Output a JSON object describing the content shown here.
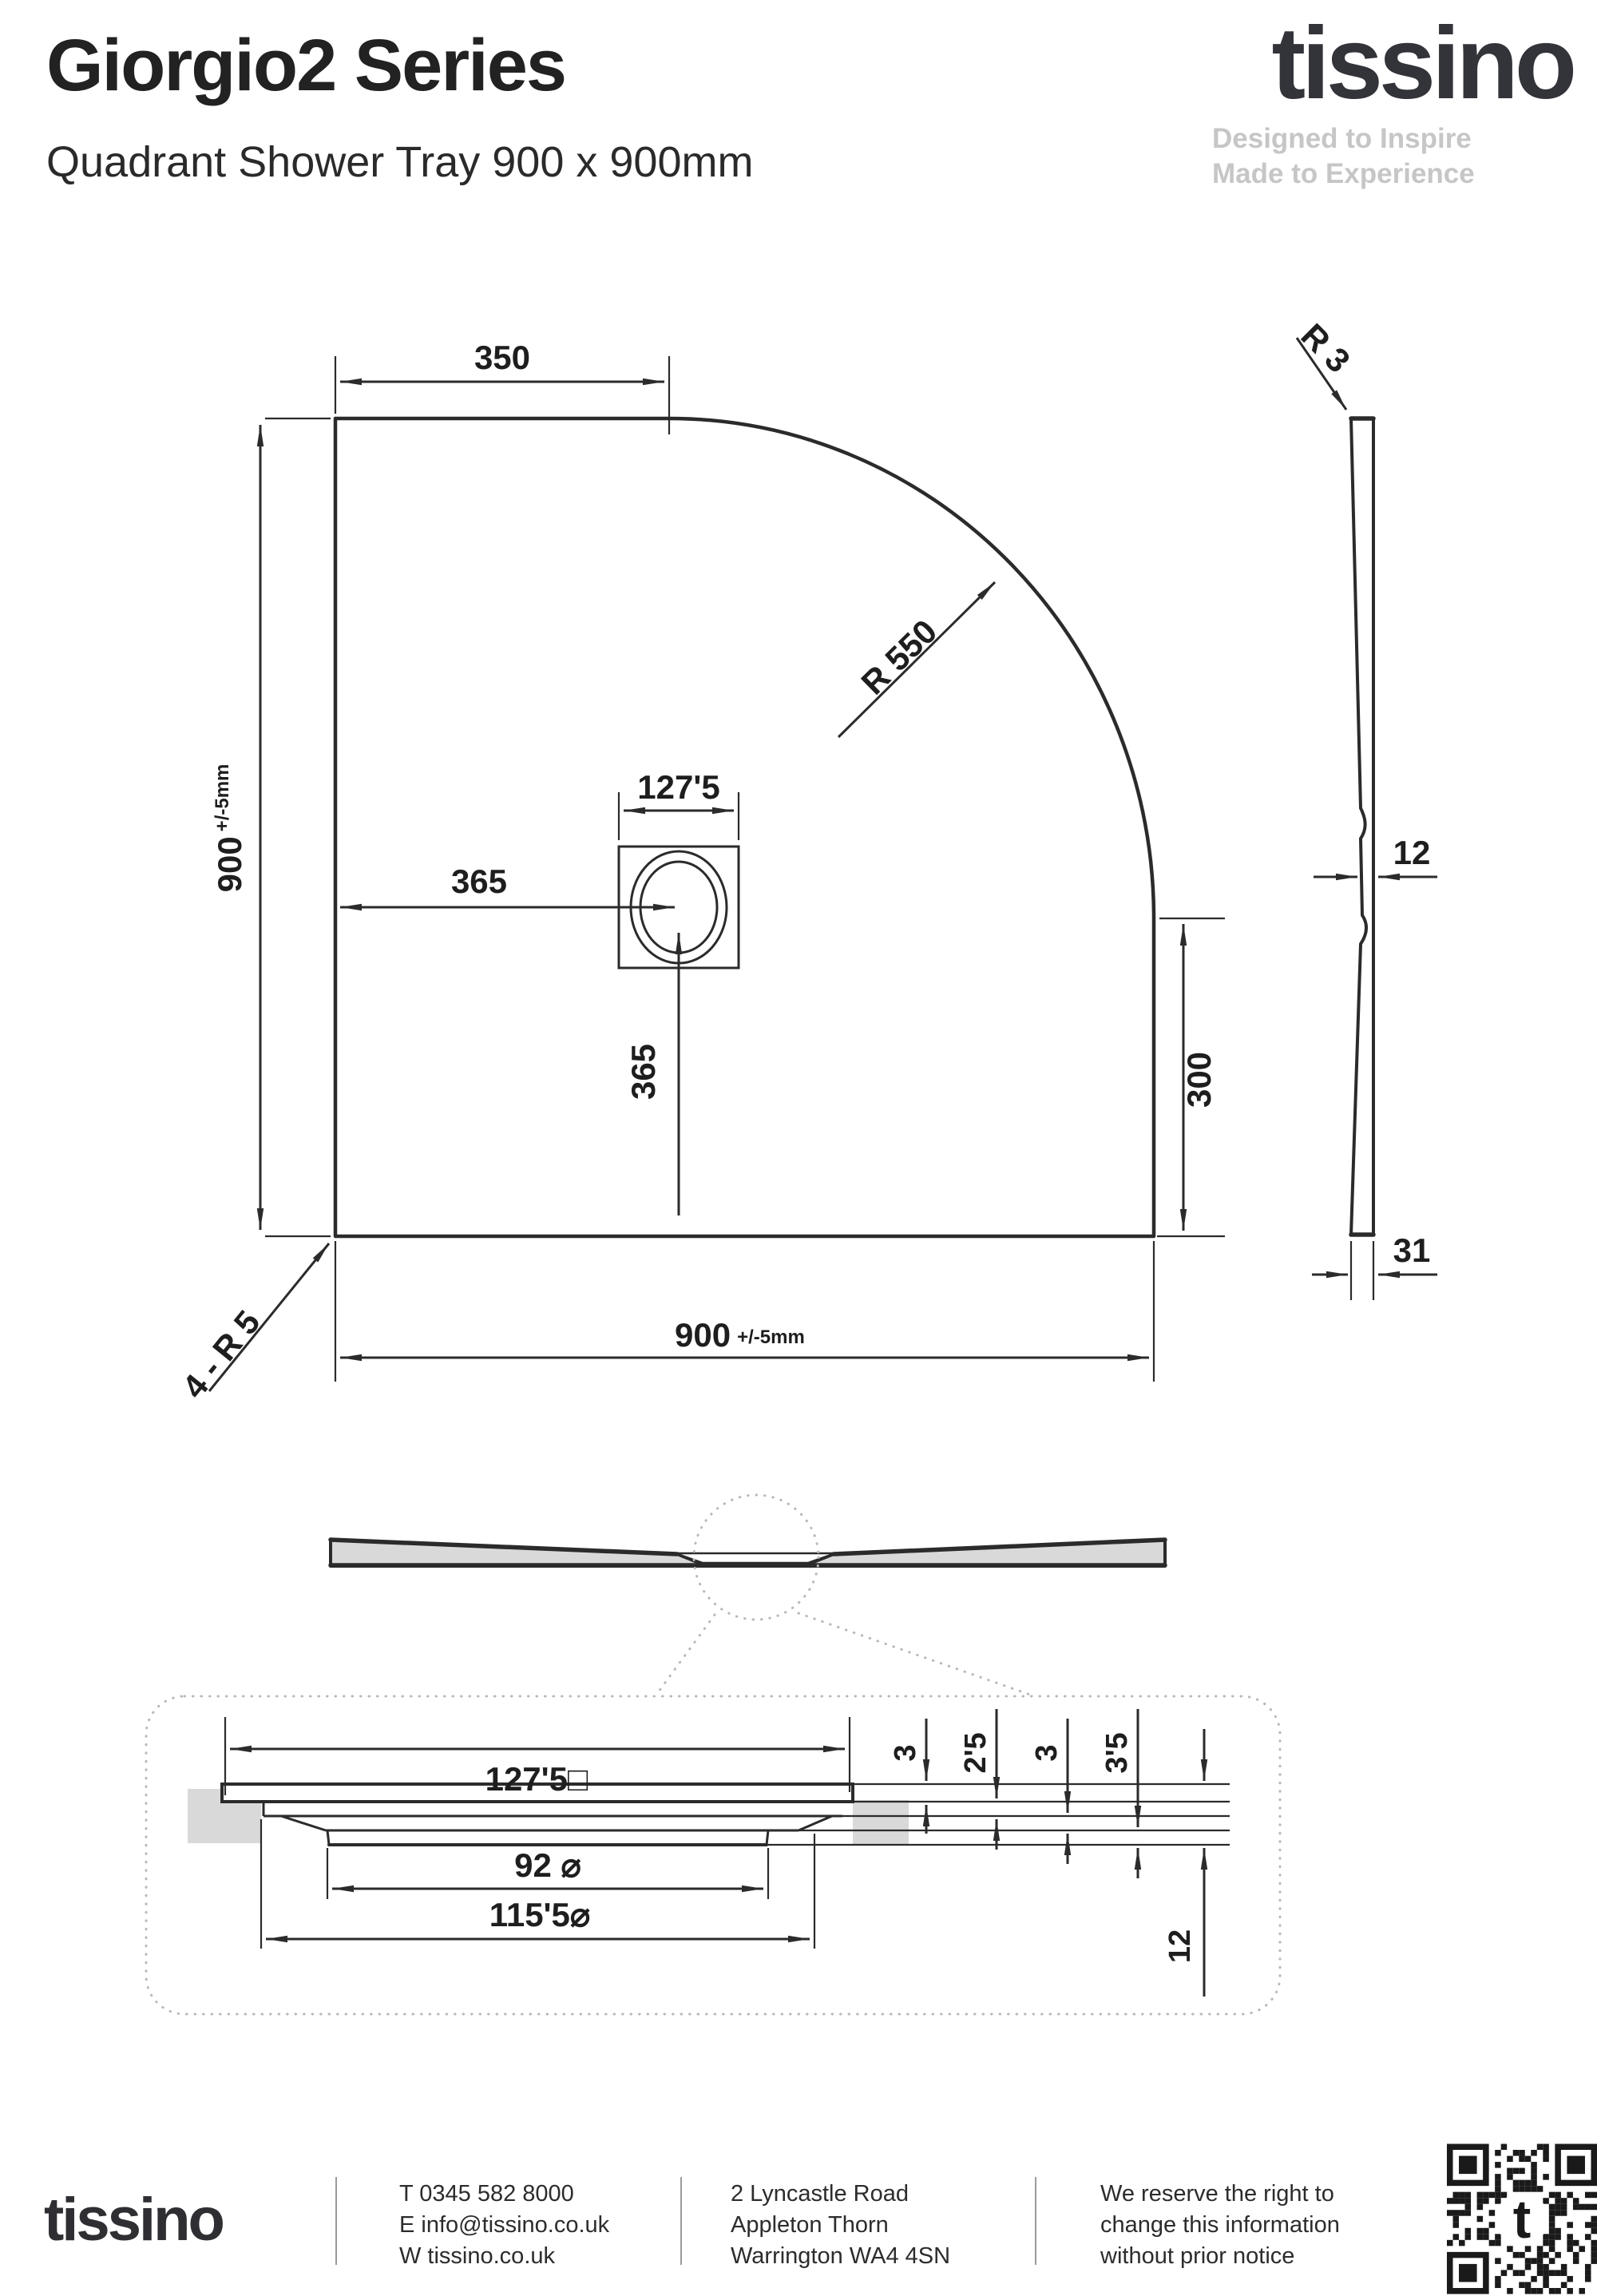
{
  "header": {
    "title": "Giorgio2 Series",
    "subtitle": "Quadrant Shower Tray 900 x 900mm"
  },
  "brand": {
    "logo_text": "tissino",
    "tagline_line1": "Designed to Inspire",
    "tagline_line2": "Made to Experience"
  },
  "plan": {
    "top_width": "350",
    "left_dim": {
      "value": "900",
      "tol": "+/-5mm"
    },
    "radius_label": "R 550",
    "corner_note": "4 - R 5",
    "drain_width": "127'5",
    "drain_from_left": "365",
    "drain_from_bottom": "365",
    "right_height": "300",
    "bottom_dim": {
      "value": "900",
      "tol": "+/-5mm"
    }
  },
  "side": {
    "edge_radius": "R 3",
    "waist_thickness": "12",
    "edge_thickness": "31"
  },
  "detail": {
    "recess_square": "127'5□",
    "hole_diameter": "92 ⌀",
    "flange_diameter": "115'5⌀",
    "steps": [
      "3",
      "2'5",
      "3",
      "3'5"
    ],
    "total_depth": "12"
  },
  "footer": {
    "logo_text": "tissino",
    "contact": {
      "phone": "T 0345 582 8000",
      "email": "E info@tissino.co.uk",
      "web": "W tissino.co.uk"
    },
    "address": [
      "2 Lyncastle Road",
      "Appleton Thorn",
      "Warrington WA4 4SN"
    ],
    "notice": [
      "We reserve the right to",
      "change this information",
      "without prior notice"
    ],
    "qr_glyph": "t"
  }
}
